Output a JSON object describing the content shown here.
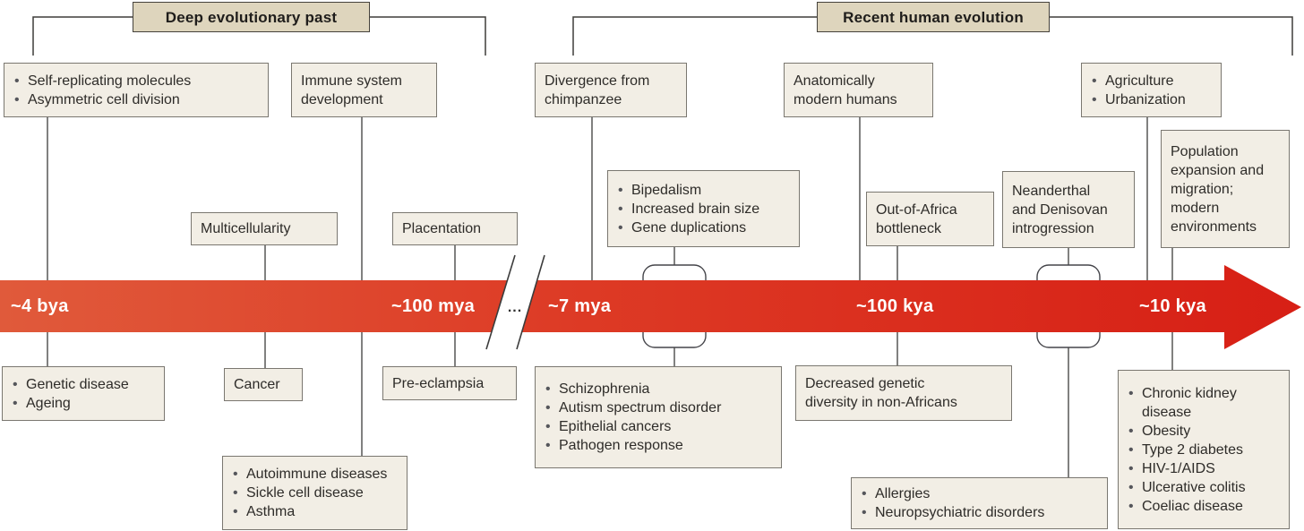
{
  "figure": {
    "type": "evolutionary-timeline-diagram",
    "box_fill": "#f2eee5",
    "header_fill": "#ded5bd"
  },
  "headers": [
    {
      "label": "Deep evolutionary past"
    },
    {
      "label": "Recent human evolution"
    }
  ],
  "timeline": {
    "tick_labels": [
      "~4 bya",
      "~100 mya",
      "~7 mya",
      "~100 kya",
      "~10 kya"
    ],
    "break_label": "...",
    "arrow_color_start": "#e05a3b",
    "arrow_color_end": "#d71f15",
    "direction": "left-to-right"
  },
  "event_boxes": [
    {
      "name": "self-replicating",
      "bulleted": true,
      "items": [
        "Self-replicating molecules",
        "Asymmetric cell division"
      ]
    },
    {
      "name": "immune-system",
      "bulleted": false,
      "lines": [
        "Immune system",
        "development"
      ]
    },
    {
      "name": "multicellularity",
      "bulleted": false,
      "lines": [
        "Multicellularity"
      ]
    },
    {
      "name": "placentation",
      "bulleted": false,
      "lines": [
        "Placentation"
      ]
    },
    {
      "name": "divergence",
      "bulleted": false,
      "lines": [
        "Divergence from",
        "chimpanzee"
      ]
    },
    {
      "name": "bipedalism",
      "bulleted": true,
      "items": [
        "Bipedalism",
        "Increased brain size",
        "Gene duplications"
      ]
    },
    {
      "name": "modern-humans",
      "bulleted": false,
      "lines": [
        "Anatomically",
        "modern humans"
      ]
    },
    {
      "name": "out-of-africa",
      "bulleted": false,
      "lines": [
        "Out-of-Africa",
        "bottleneck"
      ]
    },
    {
      "name": "neanderthal",
      "bulleted": false,
      "lines": [
        "Neanderthal",
        "and Denisovan",
        "introgression"
      ]
    },
    {
      "name": "agriculture",
      "bulleted": true,
      "items": [
        "Agriculture",
        "Urbanization"
      ]
    },
    {
      "name": "population",
      "bulleted": false,
      "lines": [
        "Population",
        "expansion and",
        "migration;",
        "modern",
        "environments"
      ]
    }
  ],
  "disease_boxes": [
    {
      "name": "genetic-disease",
      "bulleted": true,
      "items": [
        "Genetic disease",
        "Ageing"
      ]
    },
    {
      "name": "cancer",
      "bulleted": false,
      "lines": [
        "Cancer"
      ]
    },
    {
      "name": "pre-eclampsia",
      "bulleted": false,
      "lines": [
        "Pre-eclampsia"
      ]
    },
    {
      "name": "autoimmune",
      "bulleted": true,
      "items": [
        "Autoimmune diseases",
        "Sickle cell disease",
        "Asthma"
      ]
    },
    {
      "name": "schizophrenia",
      "bulleted": true,
      "items": [
        "Schizophrenia",
        "Autism spectrum disorder",
        "Epithelial cancers",
        "Pathogen response"
      ]
    },
    {
      "name": "decreased-diversity",
      "bulleted": false,
      "lines": [
        "Decreased genetic",
        "diversity in non-Africans"
      ]
    },
    {
      "name": "allergies",
      "bulleted": true,
      "items": [
        "Allergies",
        "Neuropsychiatric disorders"
      ]
    },
    {
      "name": "chronic",
      "bulleted": true,
      "items": [
        "Chronic kidney disease",
        "Obesity",
        "Type 2 diabetes",
        "HIV-1/AIDS",
        "Ulcerative colitis",
        "Coeliac disease"
      ]
    }
  ]
}
